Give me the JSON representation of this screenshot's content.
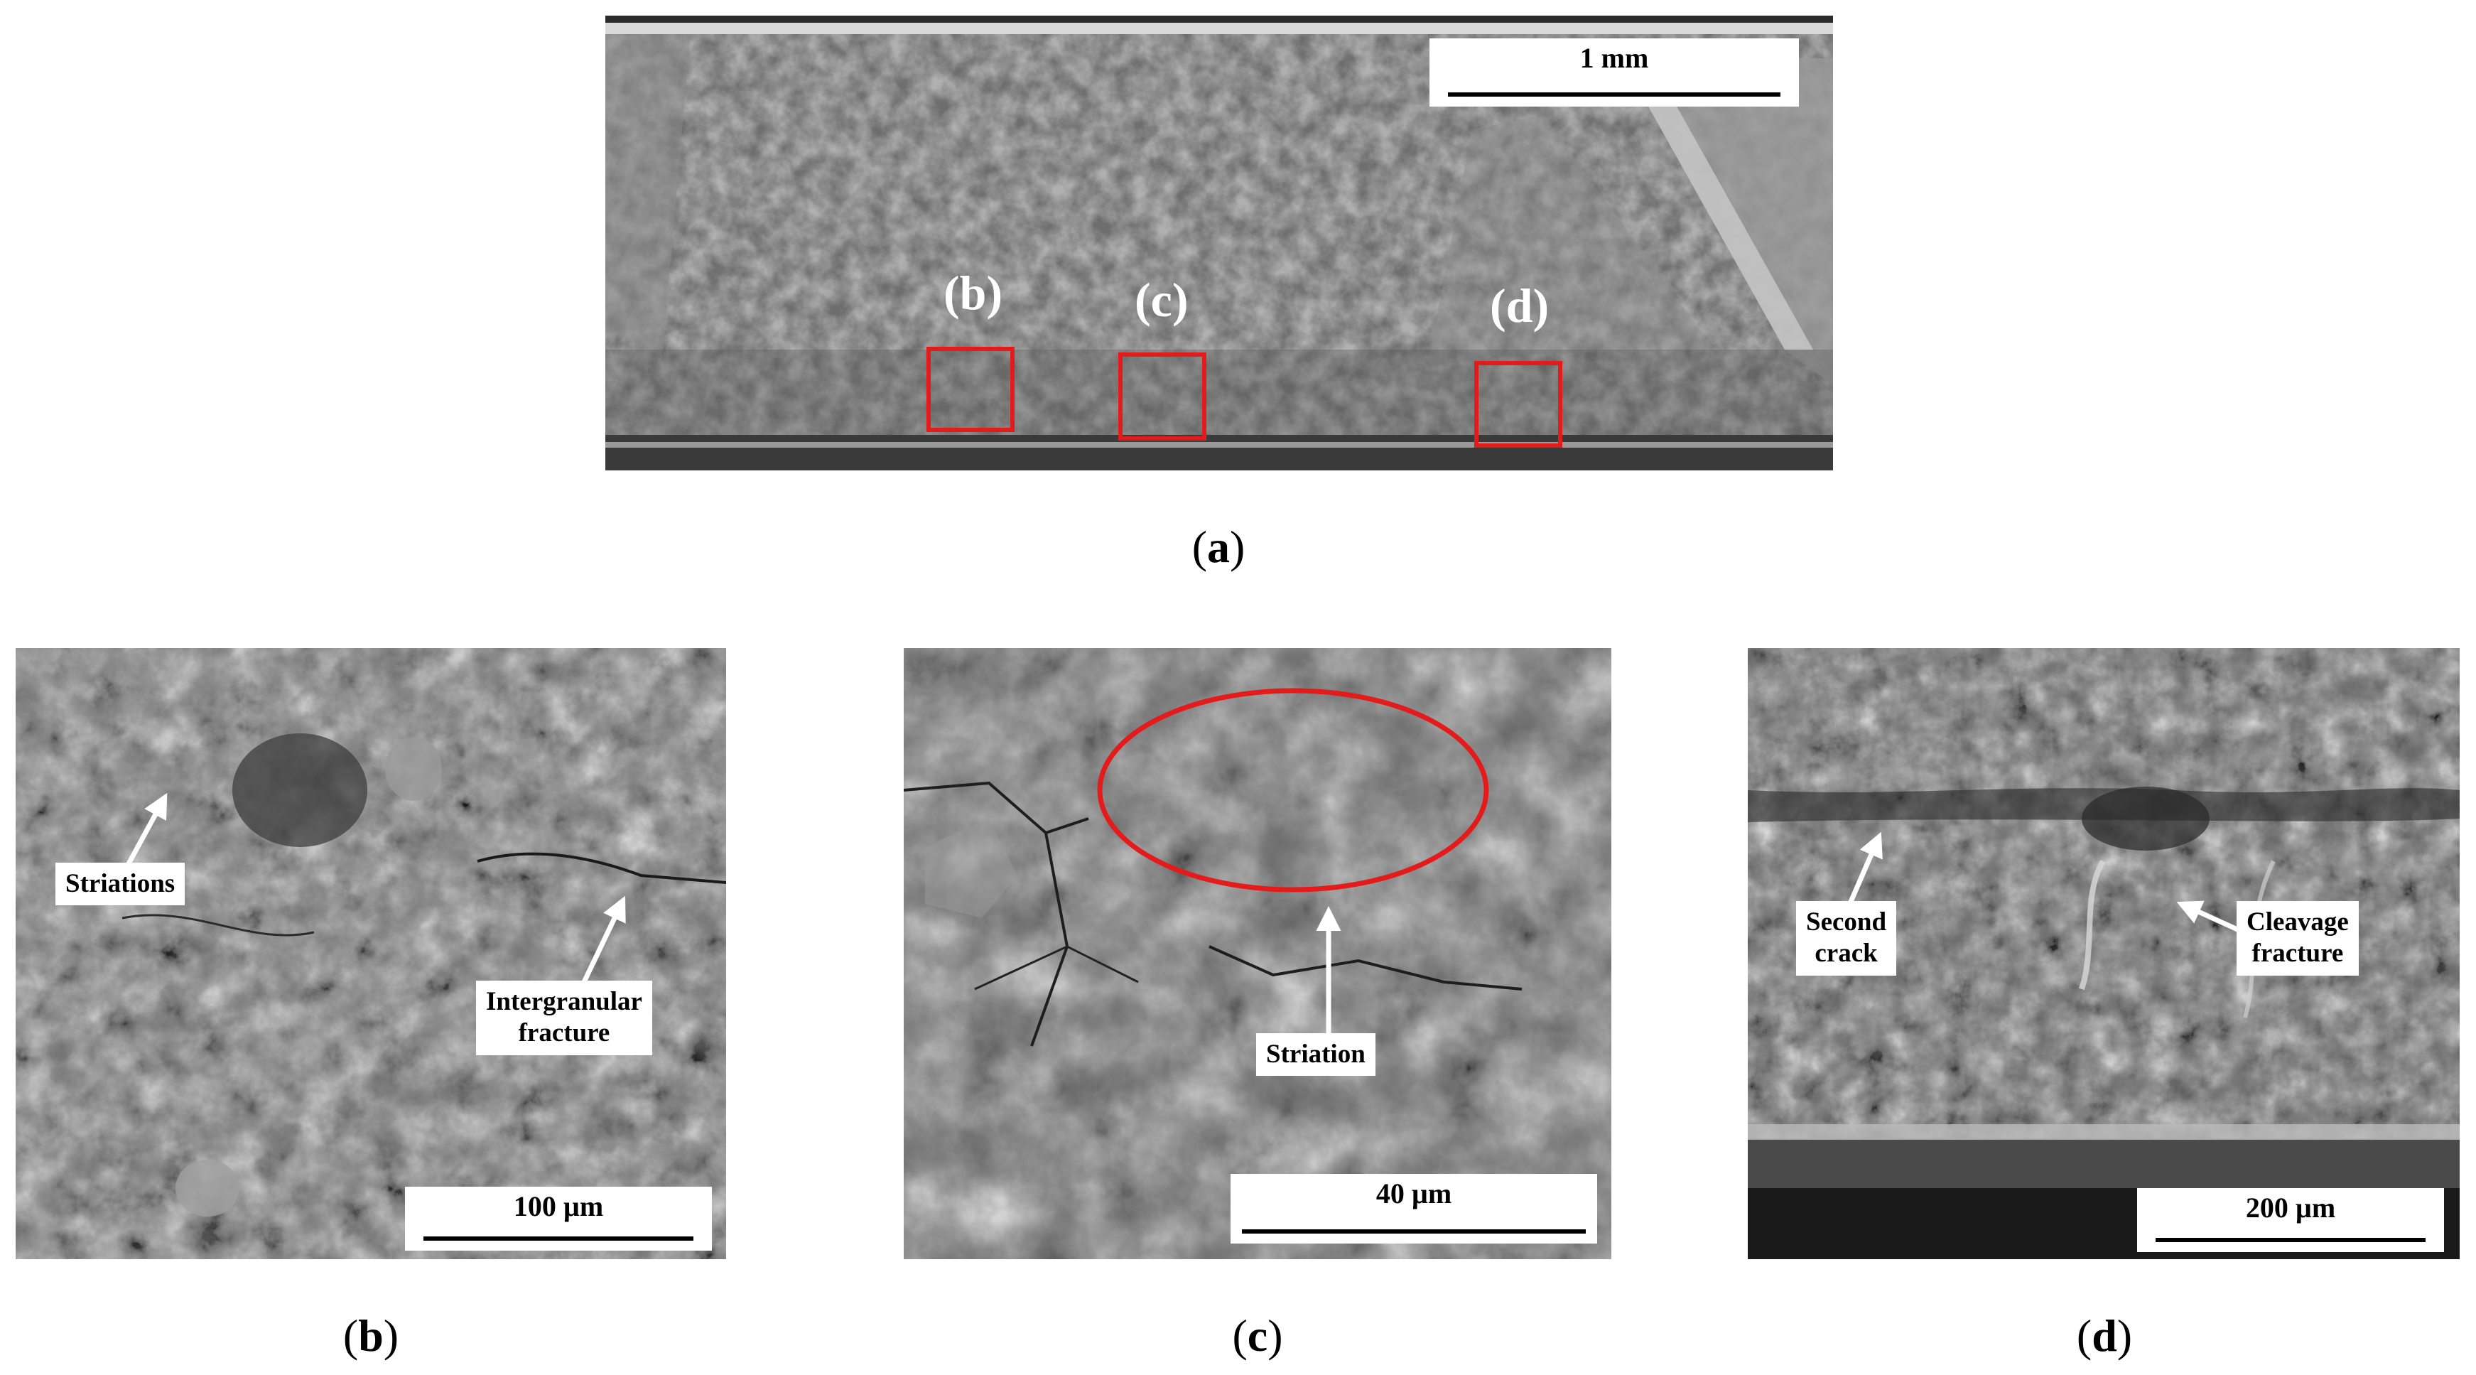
{
  "panels": {
    "a": {
      "caption": "a",
      "scale_label": "1 mm",
      "regions": [
        {
          "label": "(b)"
        },
        {
          "label": "(c)"
        },
        {
          "label": "(d)"
        }
      ]
    },
    "b": {
      "caption": "b",
      "scale_label": "100 µm",
      "annotations": {
        "striations": "Striations",
        "intergranular_1": "Intergranular",
        "intergranular_2": "fracture"
      }
    },
    "c": {
      "caption": "c",
      "scale_label": "40 µm",
      "annotations": {
        "striation": "Striation"
      }
    },
    "d": {
      "caption": "d",
      "scale_label": "200 µm",
      "annotations": {
        "second_1": "Second",
        "second_2": "crack",
        "cleavage_1": "Cleavage",
        "cleavage_2": "fracture"
      }
    }
  },
  "colors": {
    "highlight": "#e31b1b",
    "label_bg": "#ffffff"
  }
}
